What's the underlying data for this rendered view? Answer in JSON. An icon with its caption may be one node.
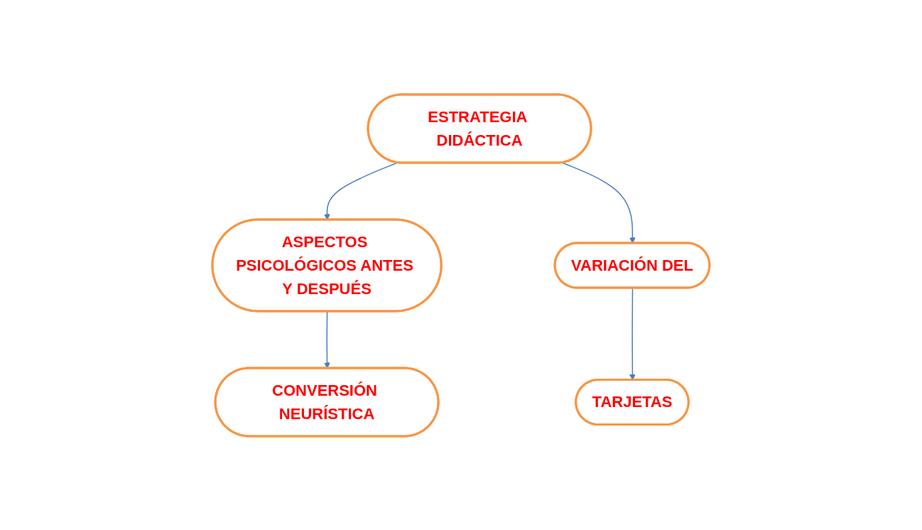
{
  "diagram": {
    "nodes": [
      {
        "text": [
          "ESTRATEGIA DIDÁCTICA"
        ]
      },
      {
        "text": [
          "ASPECTOS PSICOLÓGICOS ANTES Y DESPUÉS"
        ]
      },
      {
        "text": [
          "VARIACIÓN DEL"
        ]
      },
      {
        "text": [
          "CONVERSIÓN NEURÍSTICA"
        ]
      },
      {
        "text": [
          "TARJETAS"
        ]
      }
    ],
    "edges": [
      {
        "from": 0,
        "to": 1,
        "arrow": "to"
      },
      {
        "from": 0,
        "to": 2,
        "arrow": "to"
      },
      {
        "from": 1,
        "to": 3,
        "arrow": "to"
      },
      {
        "from": 2,
        "to": 4,
        "arrow": "to"
      }
    ]
  }
}
